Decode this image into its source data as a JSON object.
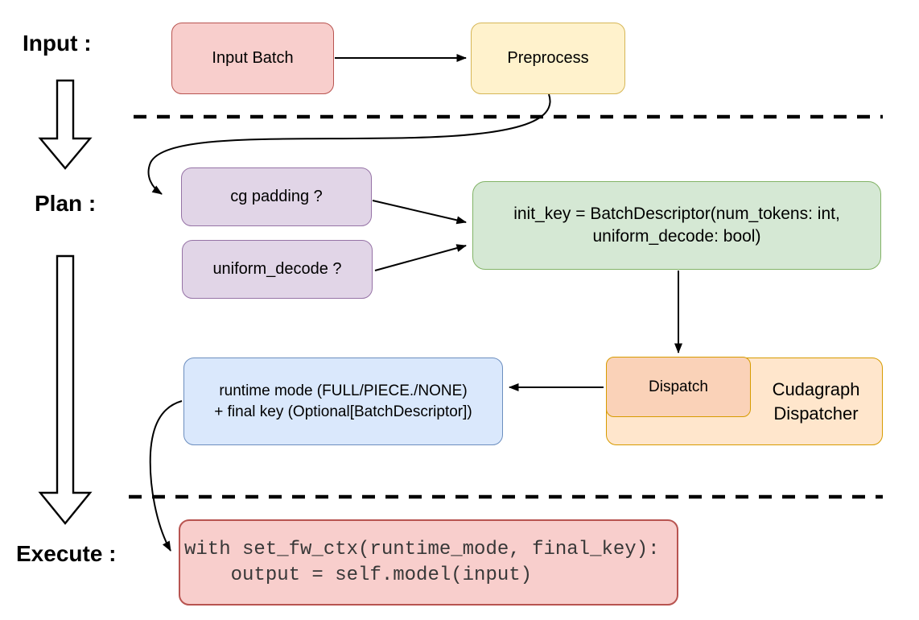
{
  "labels": {
    "input": "Input :",
    "plan": "Plan :",
    "execute": "Execute :"
  },
  "nodes": {
    "input_batch": {
      "label": "Input Batch",
      "fill": "#F8CECC",
      "border": "#B85450"
    },
    "preprocess": {
      "label": "Preprocess",
      "fill": "#FFF2CC",
      "border": "#D6B656"
    },
    "cg_padding": {
      "label": "cg padding ?",
      "fill": "#E1D5E7",
      "border": "#9673A6"
    },
    "uniform_decode": {
      "label": "uniform_decode ?",
      "fill": "#E1D5E7",
      "border": "#9673A6"
    },
    "init_key": {
      "line1": "init_key = BatchDescriptor(num_tokens: int,",
      "line2": "uniform_decode: bool)",
      "fill": "#D5E8D4",
      "border": "#82B366"
    },
    "dispatch": {
      "label": "Dispatch",
      "fill": "#FAD2B8",
      "border": "#D79B00"
    },
    "cudagraph_dispatcher": {
      "line1": "Cudagraph",
      "line2": "Dispatcher",
      "fill": "#FFE6CC",
      "border": "#D79B00"
    },
    "runtime_mode": {
      "line1": "runtime mode (FULL/PIECE./NONE)",
      "line2": "+ final key (Optional[BatchDescriptor])",
      "fill": "#DAE8FC",
      "border": "#6C8EBF"
    },
    "execute_code": {
      "line1": "with set_fw_ctx(runtime_mode, final_key):",
      "line2": "    output = self.model(input)",
      "fill": "#F8CECC",
      "border": "#B85450"
    }
  },
  "connectors": {
    "color": "#000000",
    "dashed_separator_color": "#000000"
  }
}
